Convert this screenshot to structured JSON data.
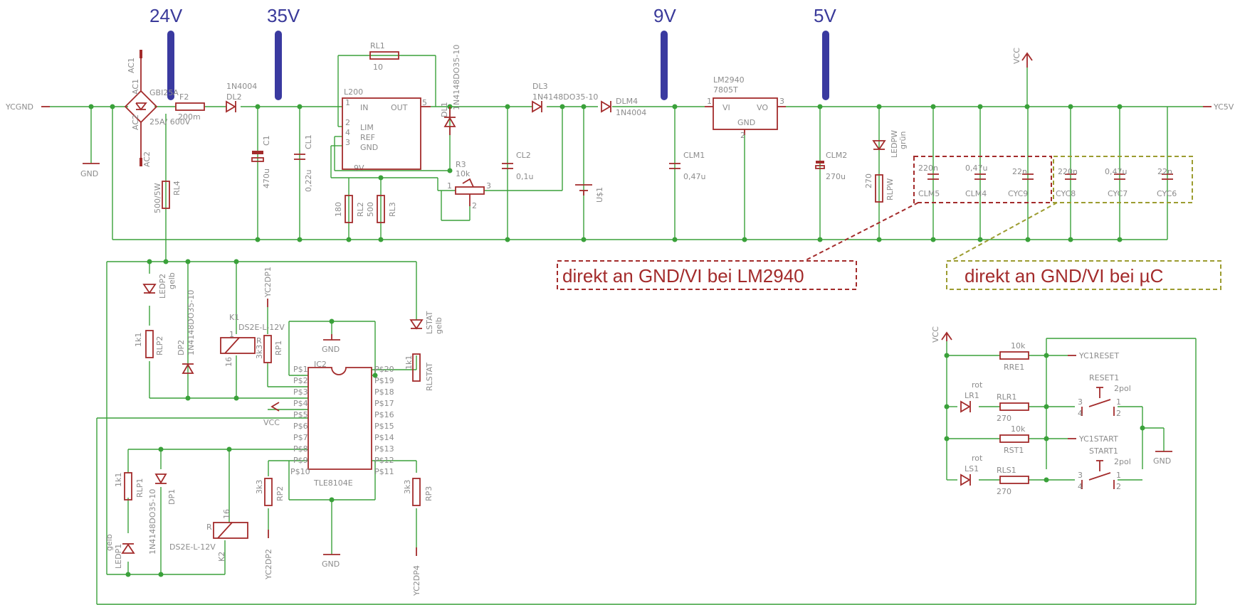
{
  "voltage_markers": [
    "24V",
    "35V",
    "9V",
    "5V"
  ],
  "annotations": {
    "lm2940_note": "direkt an GND/VI bei LM2940",
    "uc_note": "direkt an GND/VI bei µC"
  },
  "nets": {
    "ycgnd": "YCGND",
    "yc5v": "YC5V",
    "vcc": "VCC",
    "gnd": "GND",
    "yc1reset": "YC1RESET",
    "yc1start": "YC1START",
    "yc2dp1": "YC2DP1",
    "yc2dp2": "YC2DP2",
    "yc2dp4": "YC2DP4",
    "nine_v": "9V"
  },
  "components": {
    "ac1_top": "AC1",
    "ac1_side": "AC1",
    "ac2_side": "AC2",
    "ac2_bot": "AC2",
    "gbr_name": "GBI25A",
    "gbr_value": "25A/ 600V",
    "f2_name": "F2",
    "f2_value": "200m",
    "dl2_value": "1N4004",
    "dl2_name": "DL2",
    "c1_name": "C1",
    "c1_value": "470u",
    "cl1_name": "CL1",
    "cl1_value": "0,22u",
    "rl1_name": "RL1",
    "rl1_value": "10",
    "l200_name": "L200",
    "l200_in": "IN",
    "l200_out": "OUT",
    "l200_lim": "LIM",
    "l200_ref": "REF",
    "l200_gnd": "GND",
    "l200_p1": "1",
    "l200_p5": "5",
    "l200_p2": "2",
    "l200_p4": "4",
    "l200_p3": "3",
    "dl1_name": "DL1",
    "dl1_value": "1N4148DO35-10",
    "rl2_name": "RL2",
    "rl2_value": "180",
    "rl3_name": "RL3",
    "rl3_value": "500",
    "r3_name": "R3",
    "r3_value": "10k",
    "r3_p1": "1",
    "r3_p2": "2",
    "r3_p3": "3",
    "cl2_name": "CL2",
    "cl2_value": "0,1u",
    "dl3_name": "DL3",
    "dl3_value": "1N4148DO35-10",
    "u1_name": "U$1",
    "dlm4_name": "DLM4",
    "dlm4_value": "1N4004",
    "clm1_name": "CLM1",
    "clm1_value": "0,47u",
    "lm_name": "LM2940",
    "lm_value": "7805T",
    "lm_vi": "VI",
    "lm_vo": "VO",
    "lm_gnd": "GND",
    "lm_p1": "1",
    "lm_p2": "2",
    "lm_p3": "3",
    "clm2_name": "CLM2",
    "clm2_value": "270u",
    "ledpw_name": "LEDPW",
    "ledpw_color": "grün",
    "rlpw_name": "RLPW",
    "rlpw_value": "270",
    "clm5_value": "220n",
    "clm5_name": "CLM5",
    "clm4_value": "0,47u",
    "clm4_name": "CLM4",
    "cyc9_value": "22n",
    "cyc9_name": "CYC9",
    "cyc8_value": "220n",
    "cyc8_name": "CYC8",
    "cyc7_value": "0,47u",
    "cyc7_name": "CYC7",
    "cyc6_value": "22n",
    "cyc6_name": "CYC6",
    "rl4_name": "RL4",
    "rl4_value": "500/5W",
    "ledp2_name": "LEDP2",
    "ledp2_color": "gelb",
    "rlp2_name": "RLP2",
    "rlp2_value": "1k1",
    "dp2_name": "DP2",
    "dp2_value": "1N4148DO35-10",
    "k1_name": "K1",
    "k1_value": "DS2E-L-12V",
    "k1_p1": "1",
    "k1_p16": "16",
    "k1_r": "R",
    "rp1_name": "RP1",
    "rp1_value": "3k3",
    "lstat_name": "LSTAT",
    "lstat_color": "gelb",
    "rlstat_name": "RLSTAT",
    "rlstat_value": "1k1",
    "ic2_name": "IC2",
    "ic2_value": "TLE8104E",
    "ic2_left": [
      "P$1",
      "P$2",
      "P$3",
      "P$4",
      "P$5",
      "P$6",
      "P$7",
      "P$8",
      "P$9",
      "P$10"
    ],
    "ic2_right": [
      "P$20",
      "P$19",
      "P$18",
      "P$17",
      "P$16",
      "P$15",
      "P$14",
      "P$13",
      "P$12",
      "P$11"
    ],
    "rlp1_name": "RLP1",
    "rlp1_value": "1k1",
    "dp1_name": "DP1",
    "dp1_value": "1N4148DO35-10",
    "ledp1_name": "LEDP1",
    "ledp1_color": "gelb",
    "k2_name": "K2",
    "k2_value": "DS2E-L-12V",
    "k2_p16": "16",
    "k2_r": "R",
    "rp2_name": "RP2",
    "rp2_value": "3k3",
    "rp3_name": "RP3",
    "rp3_value": "3k3",
    "rre1_name": "RRE1",
    "rre1_value": "10k",
    "lr1_name": "LR1",
    "lr1_color": "rot",
    "rlr1_name": "RLR1",
    "rlr1_value": "270",
    "reset1_name": "RESET1",
    "reset1_value": "2pol",
    "rst1_name": "RST1",
    "rst1_value": "10k",
    "ls1_name": "LS1",
    "ls1_color": "rot",
    "rls1_name": "RLS1",
    "rls1_value": "270",
    "start1_name": "START1",
    "start1_value": "2pol",
    "sw_p1": "1",
    "sw_p2": "2",
    "sw_p3": "3",
    "sw_p4": "4"
  }
}
